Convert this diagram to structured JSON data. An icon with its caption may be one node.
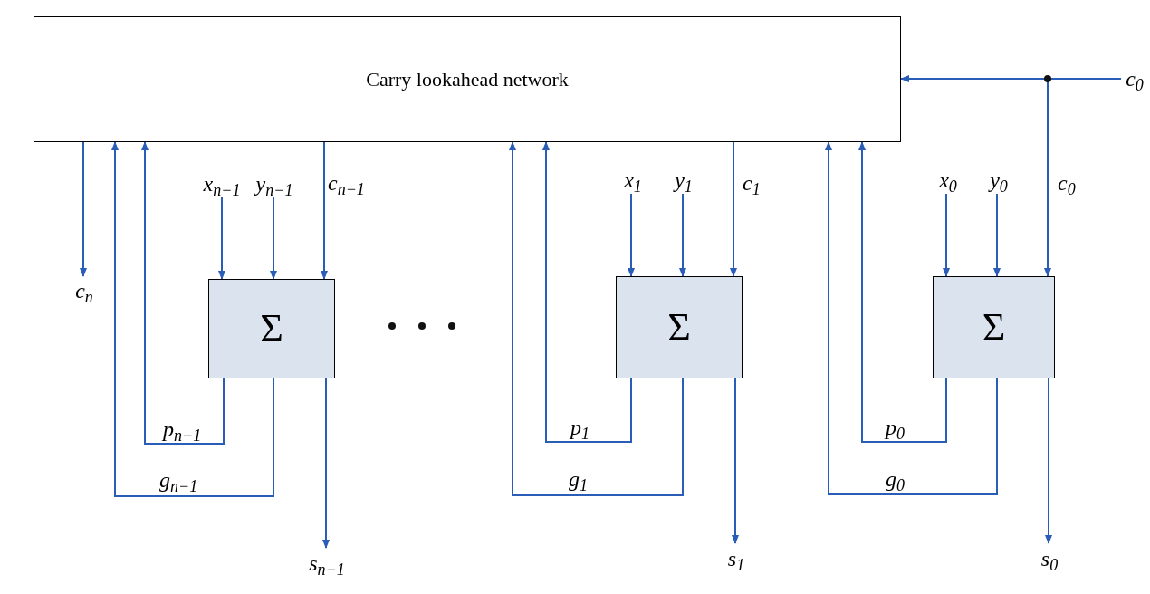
{
  "diagram": {
    "nodes": [
      {
        "text": [
          "Carry lookahead network"
        ]
      },
      {
        "text": [
          "Σ"
        ]
      },
      {
        "text": [
          "Σ"
        ]
      },
      {
        "text": [
          "Σ"
        ]
      },
      {
        "text": [
          "c$_{n}$"
        ]
      },
      {
        "text": [
          "x$_{n−1}$"
        ]
      },
      {
        "text": [
          "y$_{n−1}$"
        ]
      },
      {
        "text": [
          "s$_{n−1}$"
        ]
      },
      {
        "text": [
          "x$_{1}$"
        ]
      },
      {
        "text": [
          "y$_{1}$"
        ]
      },
      {
        "text": [
          "s$_{1}$"
        ]
      },
      {
        "text": [
          "x$_{0}$"
        ]
      },
      {
        "text": [
          "y$_{0}$"
        ]
      },
      {
        "text": [
          "s$_{0}$"
        ]
      },
      {
        "text": [
          "c$_{0}$"
        ]
      }
    ],
    "edges": [
      {
        "from": 0,
        "to": 4,
        "arrow": "to"
      },
      {
        "from": 1,
        "to": 0,
        "arrow": "to",
        "label": "p$_{n−1}$"
      },
      {
        "from": 1,
        "to": 0,
        "arrow": "to",
        "label": "g$_{n−1}$"
      },
      {
        "from": 5,
        "to": 1,
        "arrow": "to"
      },
      {
        "from": 6,
        "to": 1,
        "arrow": "to"
      },
      {
        "from": 0,
        "to": 1,
        "arrow": "to",
        "label": "c$_{n−1}$"
      },
      {
        "from": 1,
        "to": 7,
        "arrow": "to"
      },
      {
        "from": 2,
        "to": 0,
        "arrow": "to",
        "label": "p$_{1}$"
      },
      {
        "from": 2,
        "to": 0,
        "arrow": "to",
        "label": "g$_{1}$"
      },
      {
        "from": 8,
        "to": 2,
        "arrow": "to"
      },
      {
        "from": 9,
        "to": 2,
        "arrow": "to"
      },
      {
        "from": 0,
        "to": 2,
        "arrow": "to",
        "label": "c$_{1}$"
      },
      {
        "from": 2,
        "to": 10,
        "arrow": "to"
      },
      {
        "from": 3,
        "to": 0,
        "arrow": "to",
        "label": "p$_{0}$"
      },
      {
        "from": 3,
        "to": 0,
        "arrow": "to",
        "label": "g$_{0}$"
      },
      {
        "from": 11,
        "to": 3,
        "arrow": "to"
      },
      {
        "from": 12,
        "to": 3,
        "arrow": "to"
      },
      {
        "from": 14,
        "to": 3,
        "arrow": "to",
        "label": "c$_{0}$"
      },
      {
        "from": 3,
        "to": 13,
        "arrow": "to"
      },
      {
        "from": 14,
        "to": 0,
        "arrow": "to"
      }
    ]
  }
}
